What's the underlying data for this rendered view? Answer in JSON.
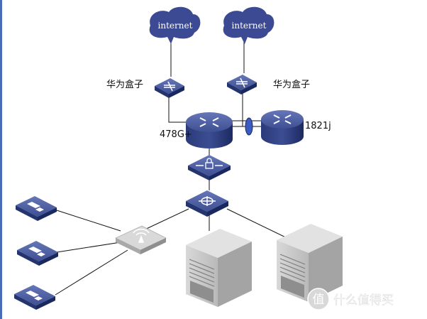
{
  "diagram": {
    "clouds": [
      {
        "label": "internet"
      },
      {
        "label": "internet"
      }
    ],
    "labels": {
      "box_left": "华为盒子",
      "box_right": "华为盒子",
      "router_main": "478G+",
      "router_secondary": "1821j"
    },
    "watermark": {
      "glyph": "值",
      "text": "什么值得买"
    },
    "colors": {
      "device_top": "#4a5b9e",
      "device_side": "#1f2f6e",
      "cloud": "#3b4a93",
      "server": "#cfcfcf",
      "link": "#111111"
    }
  }
}
